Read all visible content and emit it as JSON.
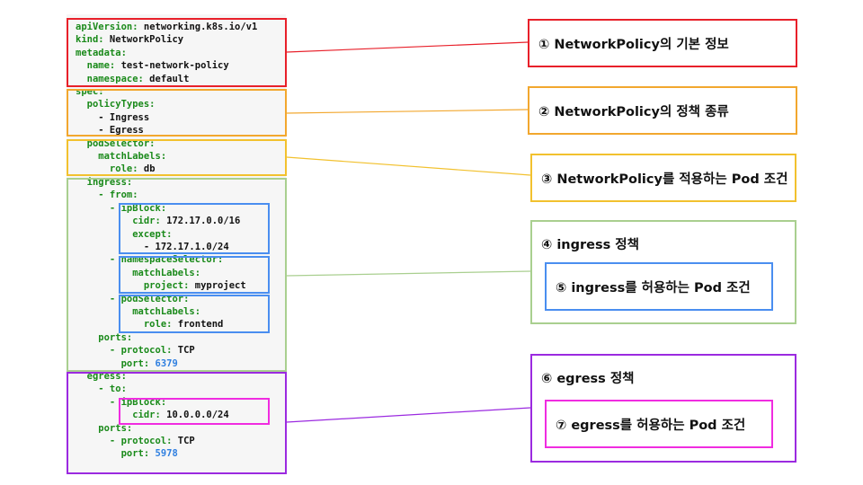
{
  "code_lines": [
    {
      "k": "apiVersion:",
      "v": " networking.k8s.io/v1",
      "n": ""
    },
    {
      "k": "kind:",
      "v": " NetworkPolicy",
      "n": ""
    },
    {
      "k": "metadata:",
      "v": "",
      "n": ""
    },
    {
      "k": "  name:",
      "v": " test-network-policy",
      "n": ""
    },
    {
      "k": "  namespace:",
      "v": " default",
      "n": ""
    },
    {
      "k": "spec:",
      "v": "",
      "n": ""
    },
    {
      "k": "  policyTypes:",
      "v": "",
      "n": ""
    },
    {
      "k": "",
      "v": "    - Ingress",
      "n": ""
    },
    {
      "k": "",
      "v": "    - Egress",
      "n": ""
    },
    {
      "k": "  podSelector:",
      "v": "",
      "n": ""
    },
    {
      "k": "    matchLabels:",
      "v": "",
      "n": ""
    },
    {
      "k": "      role:",
      "v": " db",
      "n": ""
    },
    {
      "k": "  ingress:",
      "v": "",
      "n": ""
    },
    {
      "k": "    - from:",
      "v": "",
      "n": ""
    },
    {
      "k": "      - ipBlock:",
      "v": "",
      "n": ""
    },
    {
      "k": "          cidr:",
      "v": " 172.17.0.0/16",
      "n": ""
    },
    {
      "k": "          except:",
      "v": "",
      "n": ""
    },
    {
      "k": "",
      "v": "            - 172.17.1.0/24",
      "n": ""
    },
    {
      "k": "      - namespaceSelector:",
      "v": "",
      "n": ""
    },
    {
      "k": "          matchLabels:",
      "v": "",
      "n": ""
    },
    {
      "k": "            project:",
      "v": " myproject",
      "n": ""
    },
    {
      "k": "      - podSelector:",
      "v": "",
      "n": ""
    },
    {
      "k": "          matchLabels:",
      "v": "",
      "n": ""
    },
    {
      "k": "            role:",
      "v": " frontend",
      "n": ""
    },
    {
      "k": "    ports:",
      "v": "",
      "n": ""
    },
    {
      "k": "      - protocol:",
      "v": " TCP",
      "n": ""
    },
    {
      "k": "        port:",
      "v": "",
      "n": " 6379"
    },
    {
      "k": "  egress:",
      "v": "",
      "n": ""
    },
    {
      "k": "    - to:",
      "v": "",
      "n": ""
    },
    {
      "k": "      - ipBlock:",
      "v": "",
      "n": ""
    },
    {
      "k": "          cidr:",
      "v": " 10.0.0.0/24",
      "n": ""
    },
    {
      "k": "    ports:",
      "v": "",
      "n": ""
    },
    {
      "k": "      - protocol:",
      "v": " TCP",
      "n": ""
    },
    {
      "k": "        port:",
      "v": "",
      "n": " 5978"
    }
  ],
  "labels": {
    "basic": "① NetworkPolicy의 기본 정보",
    "types": "② NetworkPolicy의 정책 종류",
    "selector": "③ NetworkPolicy를 적용하는 Pod 조건",
    "ingress": "④ ingress 정책",
    "ingress_pods": "⑤ ingress를 허용하는 Pod 조건",
    "egress": "⑥ egress 정책",
    "egress_pods": "⑦ egress를 허용하는 Pod 조건"
  },
  "colors": {
    "red": "#e8202a",
    "orange": "#f2a72e",
    "yellow": "#f2c12e",
    "green": "#a9cf8f",
    "blue": "#4a8ef0",
    "purple": "#9b2ae0",
    "magenta": "#f02ce0",
    "key_green": "#1a8a1a",
    "number_blue": "#2f7fe0"
  }
}
